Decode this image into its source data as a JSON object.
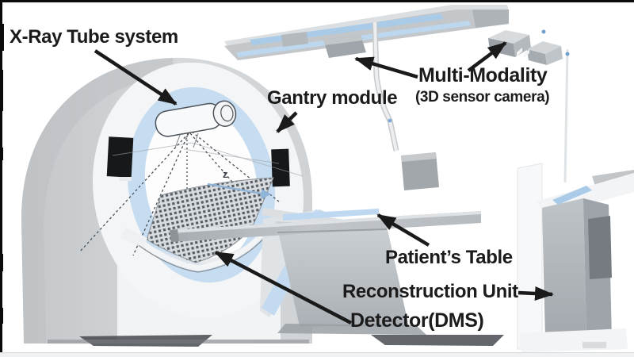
{
  "diagram": {
    "labels": {
      "xray_tube": "X-Ray Tube system",
      "gantry_module": "Gantry module",
      "multi_modality": "Multi-Modality",
      "multi_modality_sub": "(3D sensor camera)",
      "patients_table": "Patient’s Table",
      "reconstruction_unit": "Reconstruction Unit",
      "detector": "Detector(DMS)",
      "z_axis": "z"
    },
    "colors": {
      "accent_blue": "#b9d4ec",
      "light_blue_ring": "#c6dcf0",
      "body_gray": "#c9cdd0",
      "label_text": "#1b1b1b",
      "arrow_black": "#1a1a1a",
      "speaker_black": "#17181a"
    }
  }
}
